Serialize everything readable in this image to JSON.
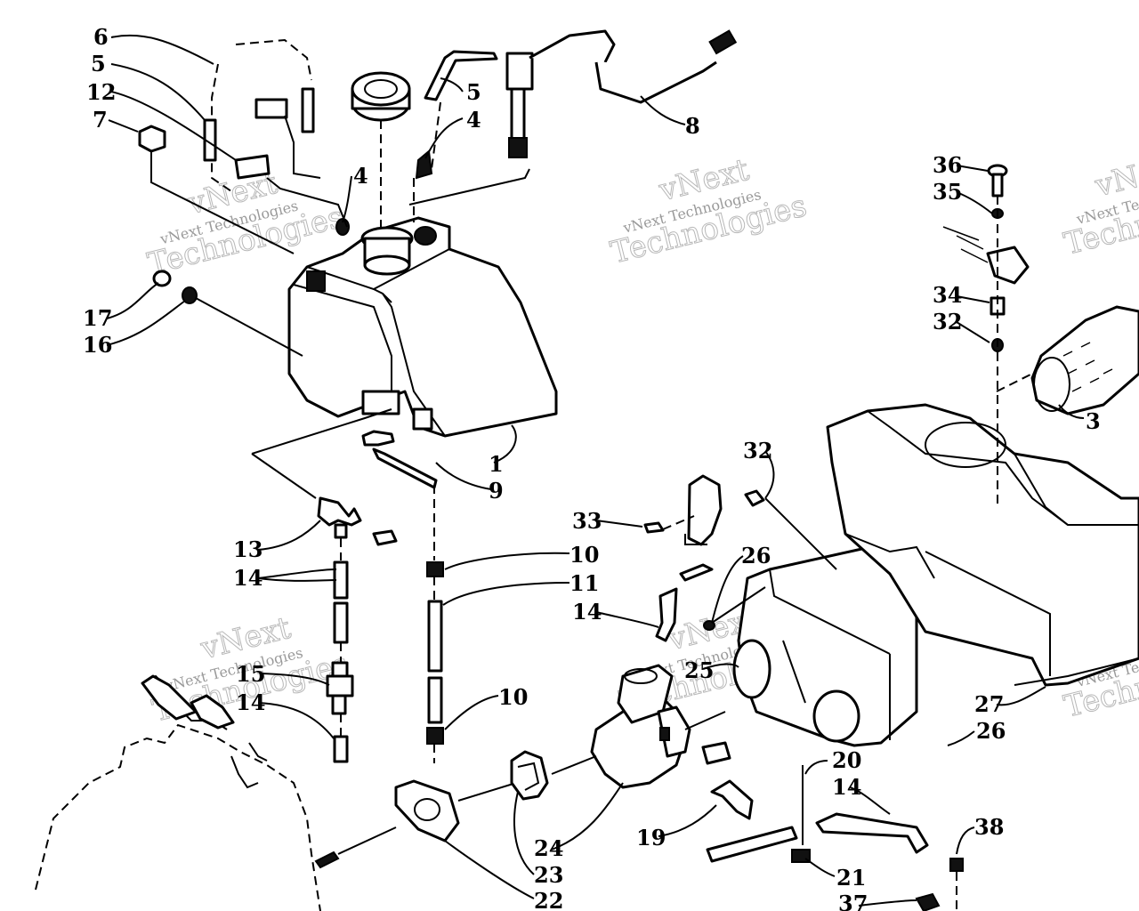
{
  "watermark": {
    "line1": "vNext",
    "line2": "vNext Technologies",
    "line3": "Technologies"
  },
  "callouts": [
    {
      "id": "c1",
      "label": "1"
    },
    {
      "id": "c3",
      "label": "3"
    },
    {
      "id": "c4a",
      "label": "4"
    },
    {
      "id": "c4b",
      "label": "4"
    },
    {
      "id": "c5a",
      "label": "5"
    },
    {
      "id": "c5b",
      "label": "5"
    },
    {
      "id": "c6",
      "label": "6"
    },
    {
      "id": "c7",
      "label": "7"
    },
    {
      "id": "c8",
      "label": "8"
    },
    {
      "id": "c9",
      "label": "9"
    },
    {
      "id": "c10a",
      "label": "10"
    },
    {
      "id": "c10b",
      "label": "10"
    },
    {
      "id": "c11",
      "label": "11"
    },
    {
      "id": "c12",
      "label": "12"
    },
    {
      "id": "c13",
      "label": "13"
    },
    {
      "id": "c14a",
      "label": "14"
    },
    {
      "id": "c14b",
      "label": "14"
    },
    {
      "id": "c14c",
      "label": "14"
    },
    {
      "id": "c14d",
      "label": "14"
    },
    {
      "id": "c15",
      "label": "15"
    },
    {
      "id": "c16",
      "label": "16"
    },
    {
      "id": "c17",
      "label": "17"
    },
    {
      "id": "c19",
      "label": "19"
    },
    {
      "id": "c20",
      "label": "20"
    },
    {
      "id": "c21",
      "label": "21"
    },
    {
      "id": "c22",
      "label": "22"
    },
    {
      "id": "c23",
      "label": "23"
    },
    {
      "id": "c24",
      "label": "24"
    },
    {
      "id": "c25",
      "label": "25"
    },
    {
      "id": "c26a",
      "label": "26"
    },
    {
      "id": "c26b",
      "label": "26"
    },
    {
      "id": "c27",
      "label": "27"
    },
    {
      "id": "c32a",
      "label": "32"
    },
    {
      "id": "c32b",
      "label": "32"
    },
    {
      "id": "c33",
      "label": "33"
    },
    {
      "id": "c34",
      "label": "34"
    },
    {
      "id": "c35",
      "label": "35"
    },
    {
      "id": "c36",
      "label": "36"
    },
    {
      "id": "c37",
      "label": "37"
    },
    {
      "id": "c38",
      "label": "38"
    }
  ]
}
